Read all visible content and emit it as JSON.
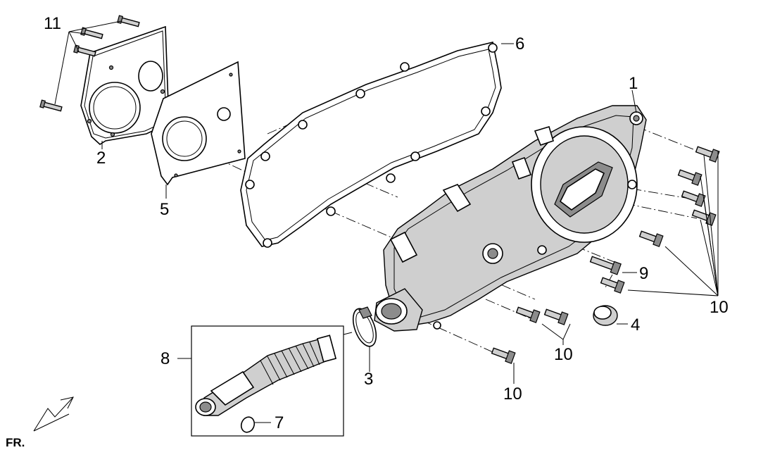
{
  "callouts": [
    {
      "id": "1",
      "text": "1"
    },
    {
      "id": "2",
      "text": "2"
    },
    {
      "id": "3",
      "text": "3"
    },
    {
      "id": "4",
      "text": "4"
    },
    {
      "id": "5",
      "text": "5"
    },
    {
      "id": "6",
      "text": "6"
    },
    {
      "id": "7",
      "text": "7"
    },
    {
      "id": "8",
      "text": "8"
    },
    {
      "id": "9",
      "text": "9"
    },
    {
      "id": "10a",
      "text": "10"
    },
    {
      "id": "10b",
      "text": "10"
    },
    {
      "id": "10c",
      "text": "10"
    },
    {
      "id": "11",
      "text": "11"
    }
  ],
  "direction_label": "FR."
}
